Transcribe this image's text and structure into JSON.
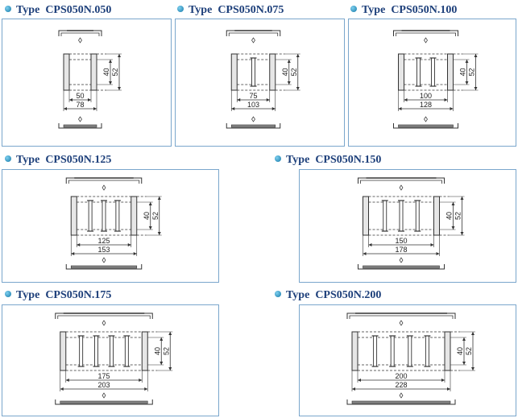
{
  "accent_color": "#1d3f7a",
  "border_color": "#7aa6cc",
  "products": [
    {
      "type_label": "Type",
      "model": "CPS050N.050",
      "inner": "50",
      "outer": "78",
      "h1": "40",
      "h2": "52"
    },
    {
      "type_label": "Type",
      "model": "CPS050N.075",
      "inner": "75",
      "outer": "103",
      "h1": "40",
      "h2": "52"
    },
    {
      "type_label": "Type",
      "model": "CPS050N.100",
      "inner": "100",
      "outer": "128",
      "h1": "40",
      "h2": "52"
    },
    {
      "type_label": "Type",
      "model": "CPS050N.125",
      "inner": "125",
      "outer": "153",
      "h1": "40",
      "h2": "52"
    },
    {
      "type_label": "Type",
      "model": "CPS050N.150",
      "inner": "150",
      "outer": "178",
      "h1": "40",
      "h2": "52"
    },
    {
      "type_label": "Type",
      "model": "CPS050N.175",
      "inner": "175",
      "outer": "203",
      "h1": "40",
      "h2": "52"
    },
    {
      "type_label": "Type",
      "model": "CPS050N.200",
      "inner": "200",
      "outer": "228",
      "h1": "40",
      "h2": "52"
    }
  ]
}
